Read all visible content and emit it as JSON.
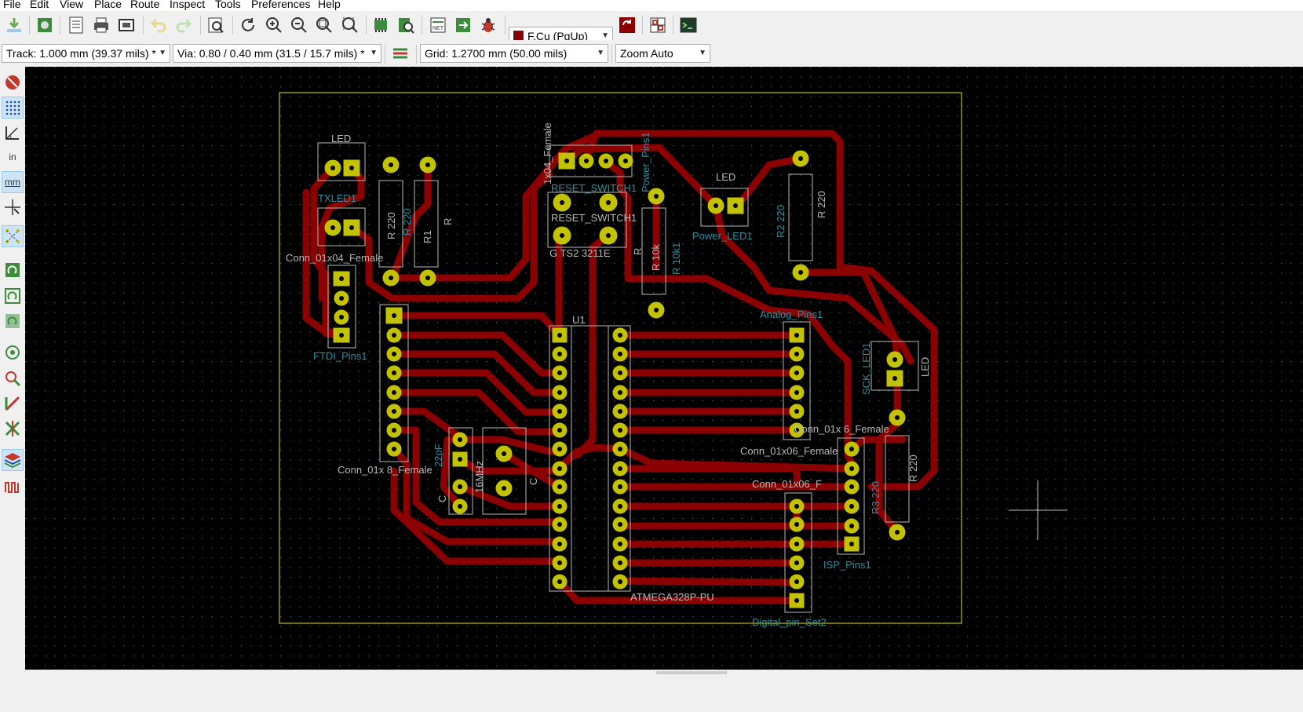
{
  "menu": [
    "File",
    "Edit",
    "View",
    "Place",
    "Route",
    "Inspect",
    "Tools",
    "Preferences",
    "Help"
  ],
  "toolbar": {
    "layer_select": "F.Cu (PgUp)",
    "track_select": "Track: 1.000 mm (39.37 mils) *",
    "via_select": "Via: 0.80 / 0.40 mm (31.5 / 15.7 mils) *",
    "grid_select": "Grid: 1.2700 mm (50.00 mils)",
    "zoom_select": "Zoom Auto"
  },
  "left_toolbar": {
    "units_in": "in",
    "units_mm": "mm"
  },
  "colors": {
    "copper": "#8b0000",
    "pad": "#c2c200",
    "silkscreen": "#2f8f9f",
    "fab": "#b8b8b8",
    "board_edge": "#c2c200",
    "background": "#000000"
  },
  "board": {
    "labels": {
      "led_top": "LED",
      "txled": "TXLED1",
      "conn_1x04": "Conn_01x04_Female",
      "ftdi": "FTDI_Pins1",
      "r220a": "R 220",
      "r220b": "R 220",
      "r1": "R1",
      "r_right": "R",
      "conn_top_vertical": "1x04_Female",
      "ss_switch1": "RESET_SWITCH1",
      "ss_switch2": "RESET_SWITCH1",
      "ts2": "G TS2 3211E",
      "rleft": "R",
      "power_pins": "Power_Pins1",
      "r10k": "R 10k",
      "r10k1": "R 10k1",
      "led_power": "LED",
      "power_led": "Power_LED1",
      "r2_220": "R2 220",
      "r_220_right": "R 220",
      "r3": "R3 220",
      "analog": "Analog_Pins1",
      "u1": "U1",
      "atmega": "ATMEGA328P-PU",
      "conn_01x06a": "Conn_01x 6_Female",
      "conn_01x06b": "Conn_01x06_Female",
      "conn_01x08": "Conn_01x 8_Female",
      "sck_led": "SCK_LED1",
      "led_sck": "LED",
      "isp": "ISP_Pins1",
      "digital2": "Digital_pin_Set2",
      "crystal": "16MHz",
      "c1": "C",
      "c2": "C",
      "c22": "22pF",
      "rx_label": "R 220",
      "digital1": "Conn_01x06_F"
    }
  }
}
